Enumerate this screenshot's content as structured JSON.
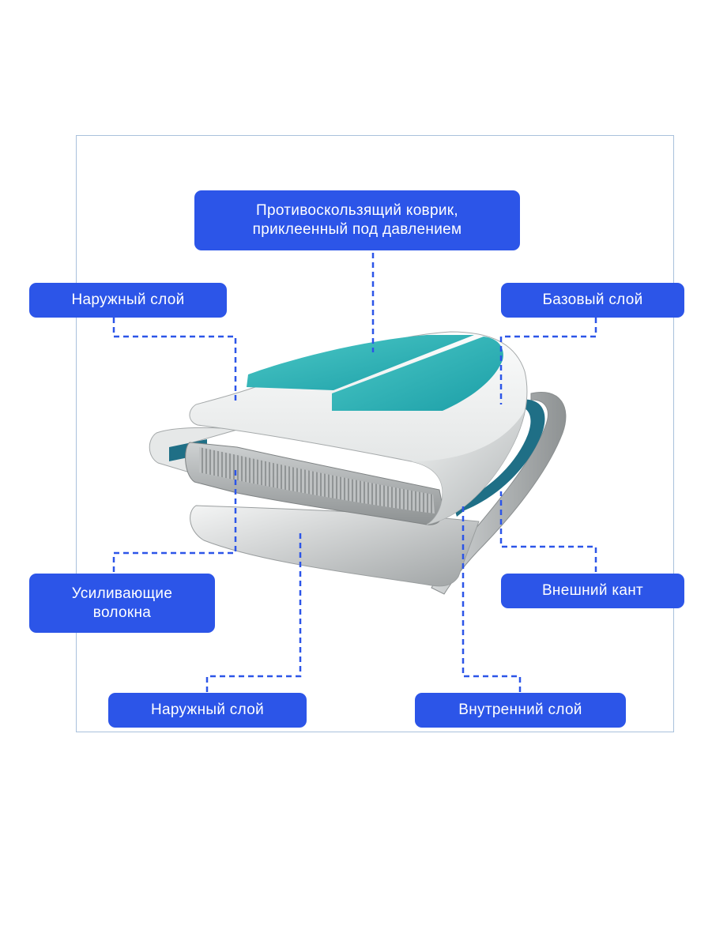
{
  "labels": {
    "anti_slip": "Противоскользящий коврик,\nприклеенный под давлением",
    "outer_top": "Наружный слой",
    "base_layer": "Базовый слой",
    "fibers": "Усиливающие\nволокна",
    "outer_edge": "Внешний кант",
    "outer_bottom": "Наружный слой",
    "inner_layer": "Внутренний слой"
  },
  "colors": {
    "label_bg": "#2c55e8",
    "label_text": "#ffffff",
    "leader_line": "#2c55e8",
    "deck_pad": "#2ab2b5",
    "board_white": "#eef0f0",
    "board_gray": "#b9bcbd",
    "rail_teal": "#1f6f86",
    "frame_border": "#a9c1dc"
  }
}
